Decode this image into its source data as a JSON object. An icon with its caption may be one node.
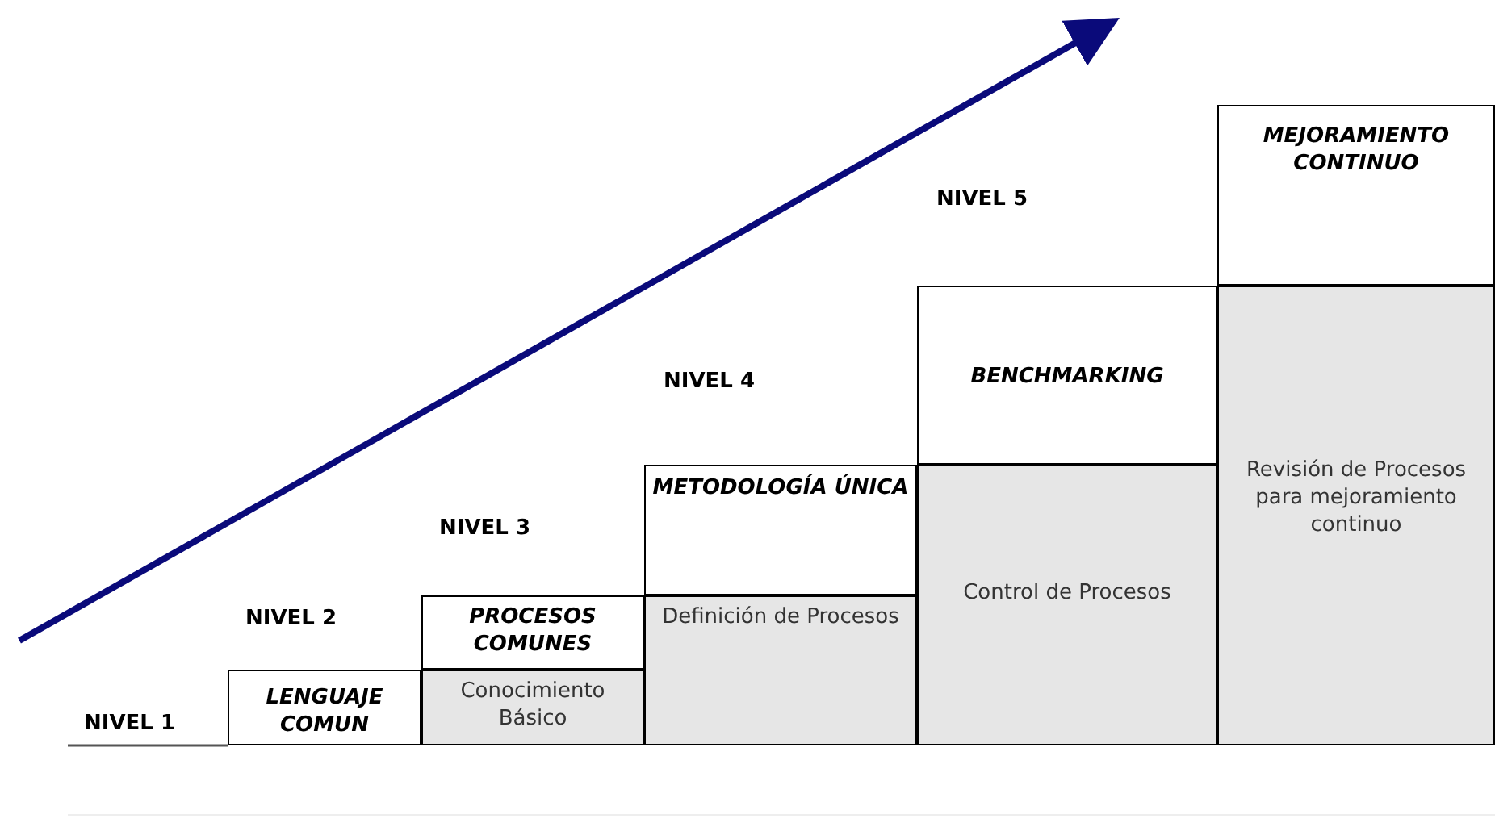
{
  "diagram": {
    "nodes": [
      {
        "text": [
          "LENGUAJE COMUN"
        ]
      },
      {
        "text": [
          "PROCESOS COMUNES"
        ]
      },
      {
        "text": [
          "Conocimiento Básico"
        ]
      },
      {
        "text": [
          "METODOLOGÍA ÚNICA"
        ]
      },
      {
        "text": [
          "Definición de Procesos"
        ]
      },
      {
        "text": [
          "BENCHMARKING"
        ]
      },
      {
        "text": [
          "Control de Procesos"
        ]
      },
      {
        "text": [
          "MEJORAMIENTO CONTINUO"
        ]
      },
      {
        "text": [
          "Revisión de Procesos para mejoramiento continuo"
        ]
      }
    ],
    "edges": [],
    "labels": [
      "NIVEL 5",
      "NIVEL 4",
      "NIVEL 3",
      "NIVEL 2",
      "NIVEL 1"
    ]
  }
}
